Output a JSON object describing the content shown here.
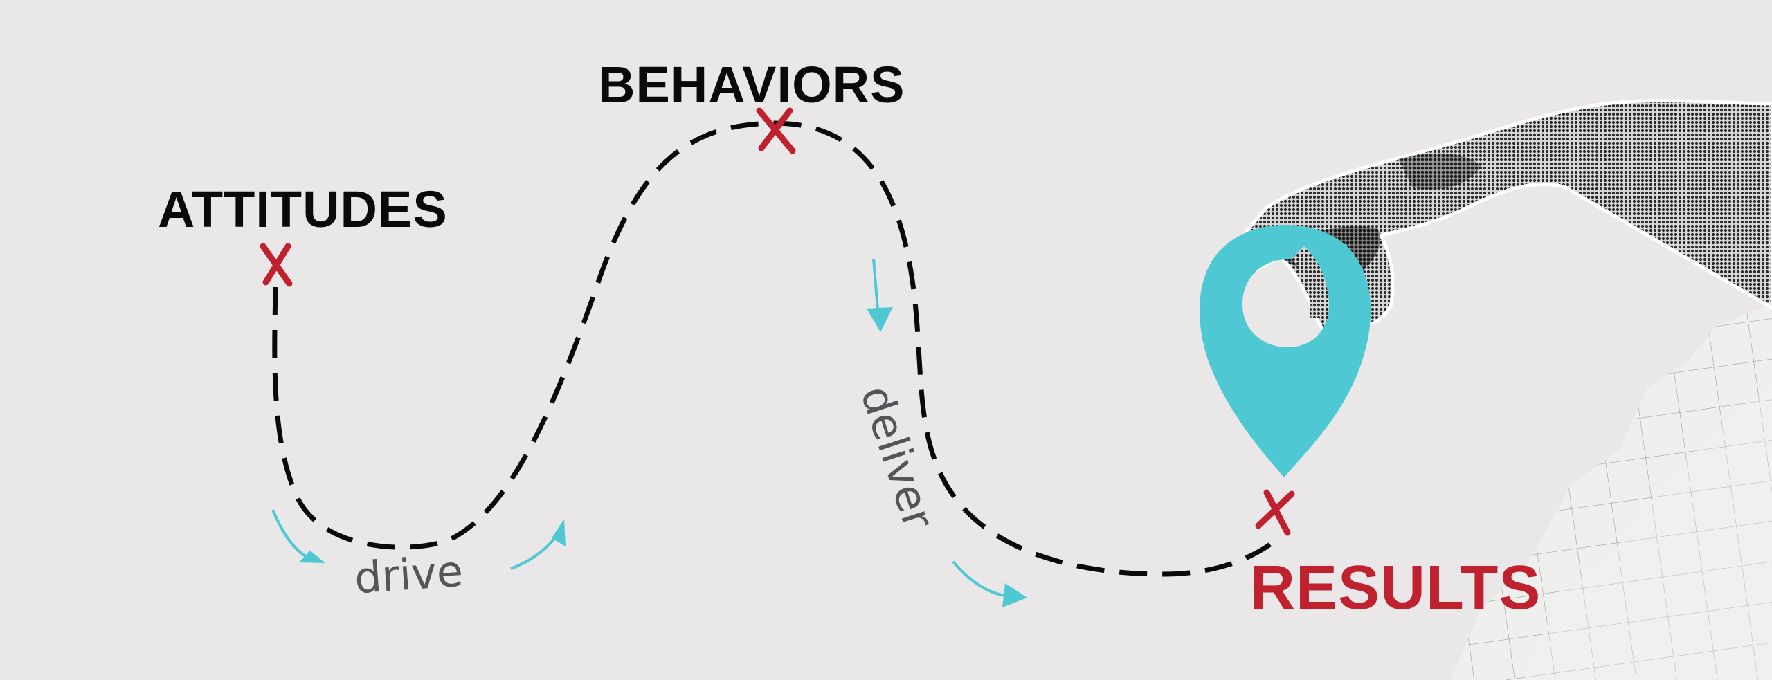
{
  "diagram": {
    "type": "journey-path",
    "background_color": "#e9e7e8",
    "colors": {
      "milestone_marker": "#c0212f",
      "path_line": "#0a0a0a",
      "arrow_accent": "#4ec9d3",
      "pin": "#4ec9d3",
      "heading_text": "#0a0a0a",
      "results_text": "#c0212f",
      "verb_text": "#555559"
    },
    "milestones": [
      {
        "id": "attitudes",
        "label": "ATTITUDES",
        "marker": "x-mark"
      },
      {
        "id": "behaviors",
        "label": "BEHAVIORS",
        "marker": "x-mark"
      },
      {
        "id": "results",
        "label": "RESULTS",
        "marker": "x-mark"
      }
    ],
    "connectors": [
      {
        "from": "attitudes",
        "to": "behaviors",
        "verb": "drive",
        "style": "dashed"
      },
      {
        "from": "behaviors",
        "to": "results",
        "verb": "deliver",
        "style": "dashed"
      }
    ],
    "illustration": {
      "hand": "halftone-hand-icon",
      "pin": "location-pin-icon",
      "paper": "grid-paper-texture"
    }
  }
}
